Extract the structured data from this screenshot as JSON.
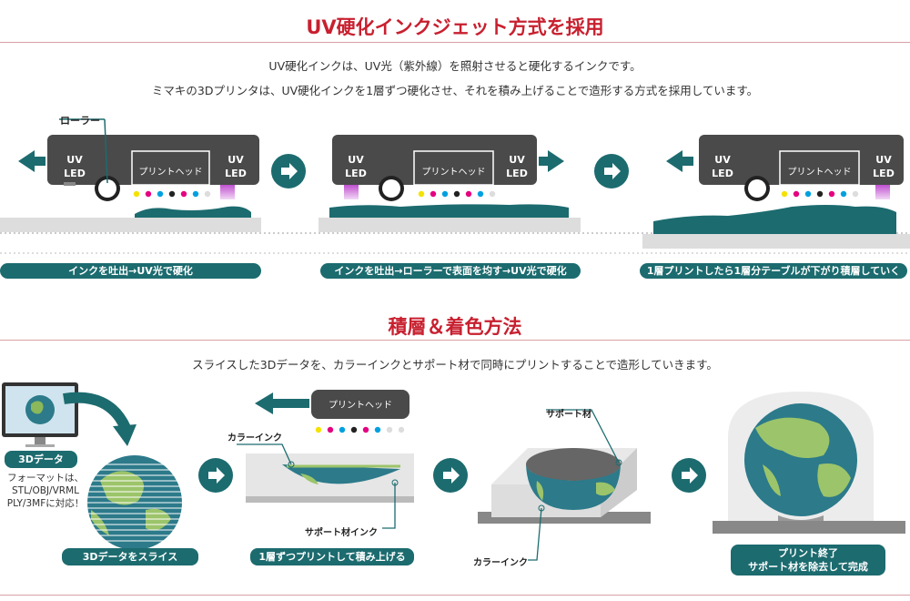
{
  "section1": {
    "title": "UV硬化インクジェット方式を採用",
    "desc_line1": "UV硬化インクは、UV光（紫外線）を照射させると硬化するインクです。",
    "desc_line2": "ミマキの3Dプリンタは、UV硬化インクを1層ずつ硬化させ、それを積み上げることで造形する方式を採用しています。",
    "roller_label": "ローラー",
    "uv_label": "UV",
    "led_label": "LED",
    "printhead_label": "プリントヘッド",
    "step_labels": [
      "インクを吐出→UV光で硬化",
      "インクを吐出→ローラーで表面を均す→UV光で硬化",
      "1層プリントしたら1層分テーブルが下がり積層していく"
    ]
  },
  "section2": {
    "title": "積層＆着色方法",
    "desc": "スライスした3Dデータを、カラーインクとサポート材で同時にプリントすることで造形していきます。",
    "data_badge": "3Dデータ",
    "format_line1": "フォーマットは、",
    "format_line2": "STL/OBJ/VRML",
    "format_line3": "PLY/3MFに対応！",
    "slice_label": "3Dデータをスライス",
    "printhead_label": "プリントヘッド",
    "color_ink_label": "カラーインク",
    "support_ink_label": "サポート材インク",
    "stack_label": "1層ずつプリントして積み上げる",
    "support_label": "サポート材",
    "color_ink_label2": "カラーインク",
    "finish_line1": "プリント終了",
    "finish_line2": "サポート材を除去して完成"
  },
  "colors": {
    "accent_red": "#c8202f",
    "teal": "#1c6b6f",
    "printer_gray": "#4a4a4a",
    "uv_purple": "#b04fc0"
  }
}
